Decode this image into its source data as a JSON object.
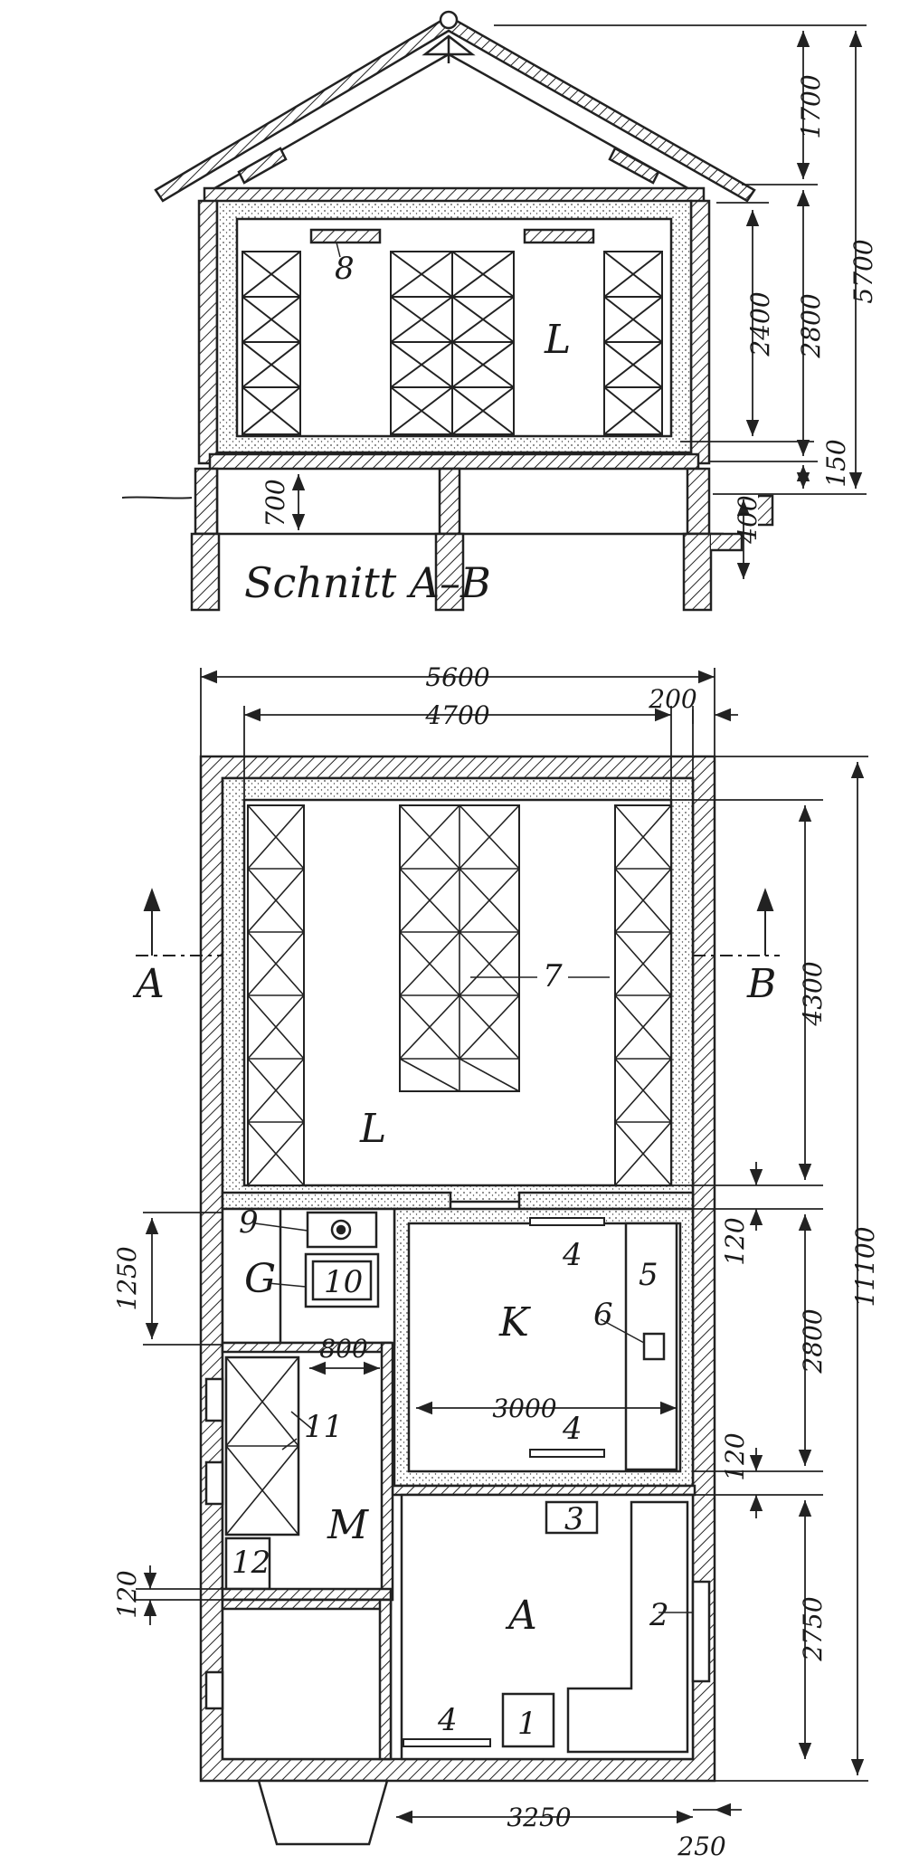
{
  "section": {
    "title": "Schnitt A–B",
    "room_label": "L",
    "vent_label": "8",
    "dims": {
      "roof_height": "1700",
      "wall_height": "2800",
      "inner_height": "2400",
      "floor_thickness": "150",
      "total_height": "5700",
      "crawl_height": "700",
      "step_height": "400"
    }
  },
  "plan": {
    "dims": {
      "total_width": "5600",
      "inner_width": "4700",
      "wall": "200",
      "depth_L": "4300",
      "total_depth": "11100",
      "gap_top": "120",
      "depth_K": "2800",
      "gap_bottom": "120",
      "depth_A": "2750",
      "width_K": "3000",
      "width_A": "3250",
      "width_bottom_wall": "250",
      "width_M": "800",
      "gap_M": "120",
      "depth_G": "1250"
    },
    "section_marks": {
      "left": "A",
      "right": "B"
    },
    "rooms": {
      "L": "L",
      "G": "G",
      "K": "K",
      "M": "M",
      "A": "A"
    },
    "items": {
      "i1": "1",
      "i2": "2",
      "i3": "3",
      "i4a": "4",
      "i4b": "4",
      "i4c": "4",
      "i5": "5",
      "i6": "6",
      "i7": "7",
      "i9": "9",
      "i10": "10",
      "i11": "11",
      "i12": "12"
    }
  }
}
